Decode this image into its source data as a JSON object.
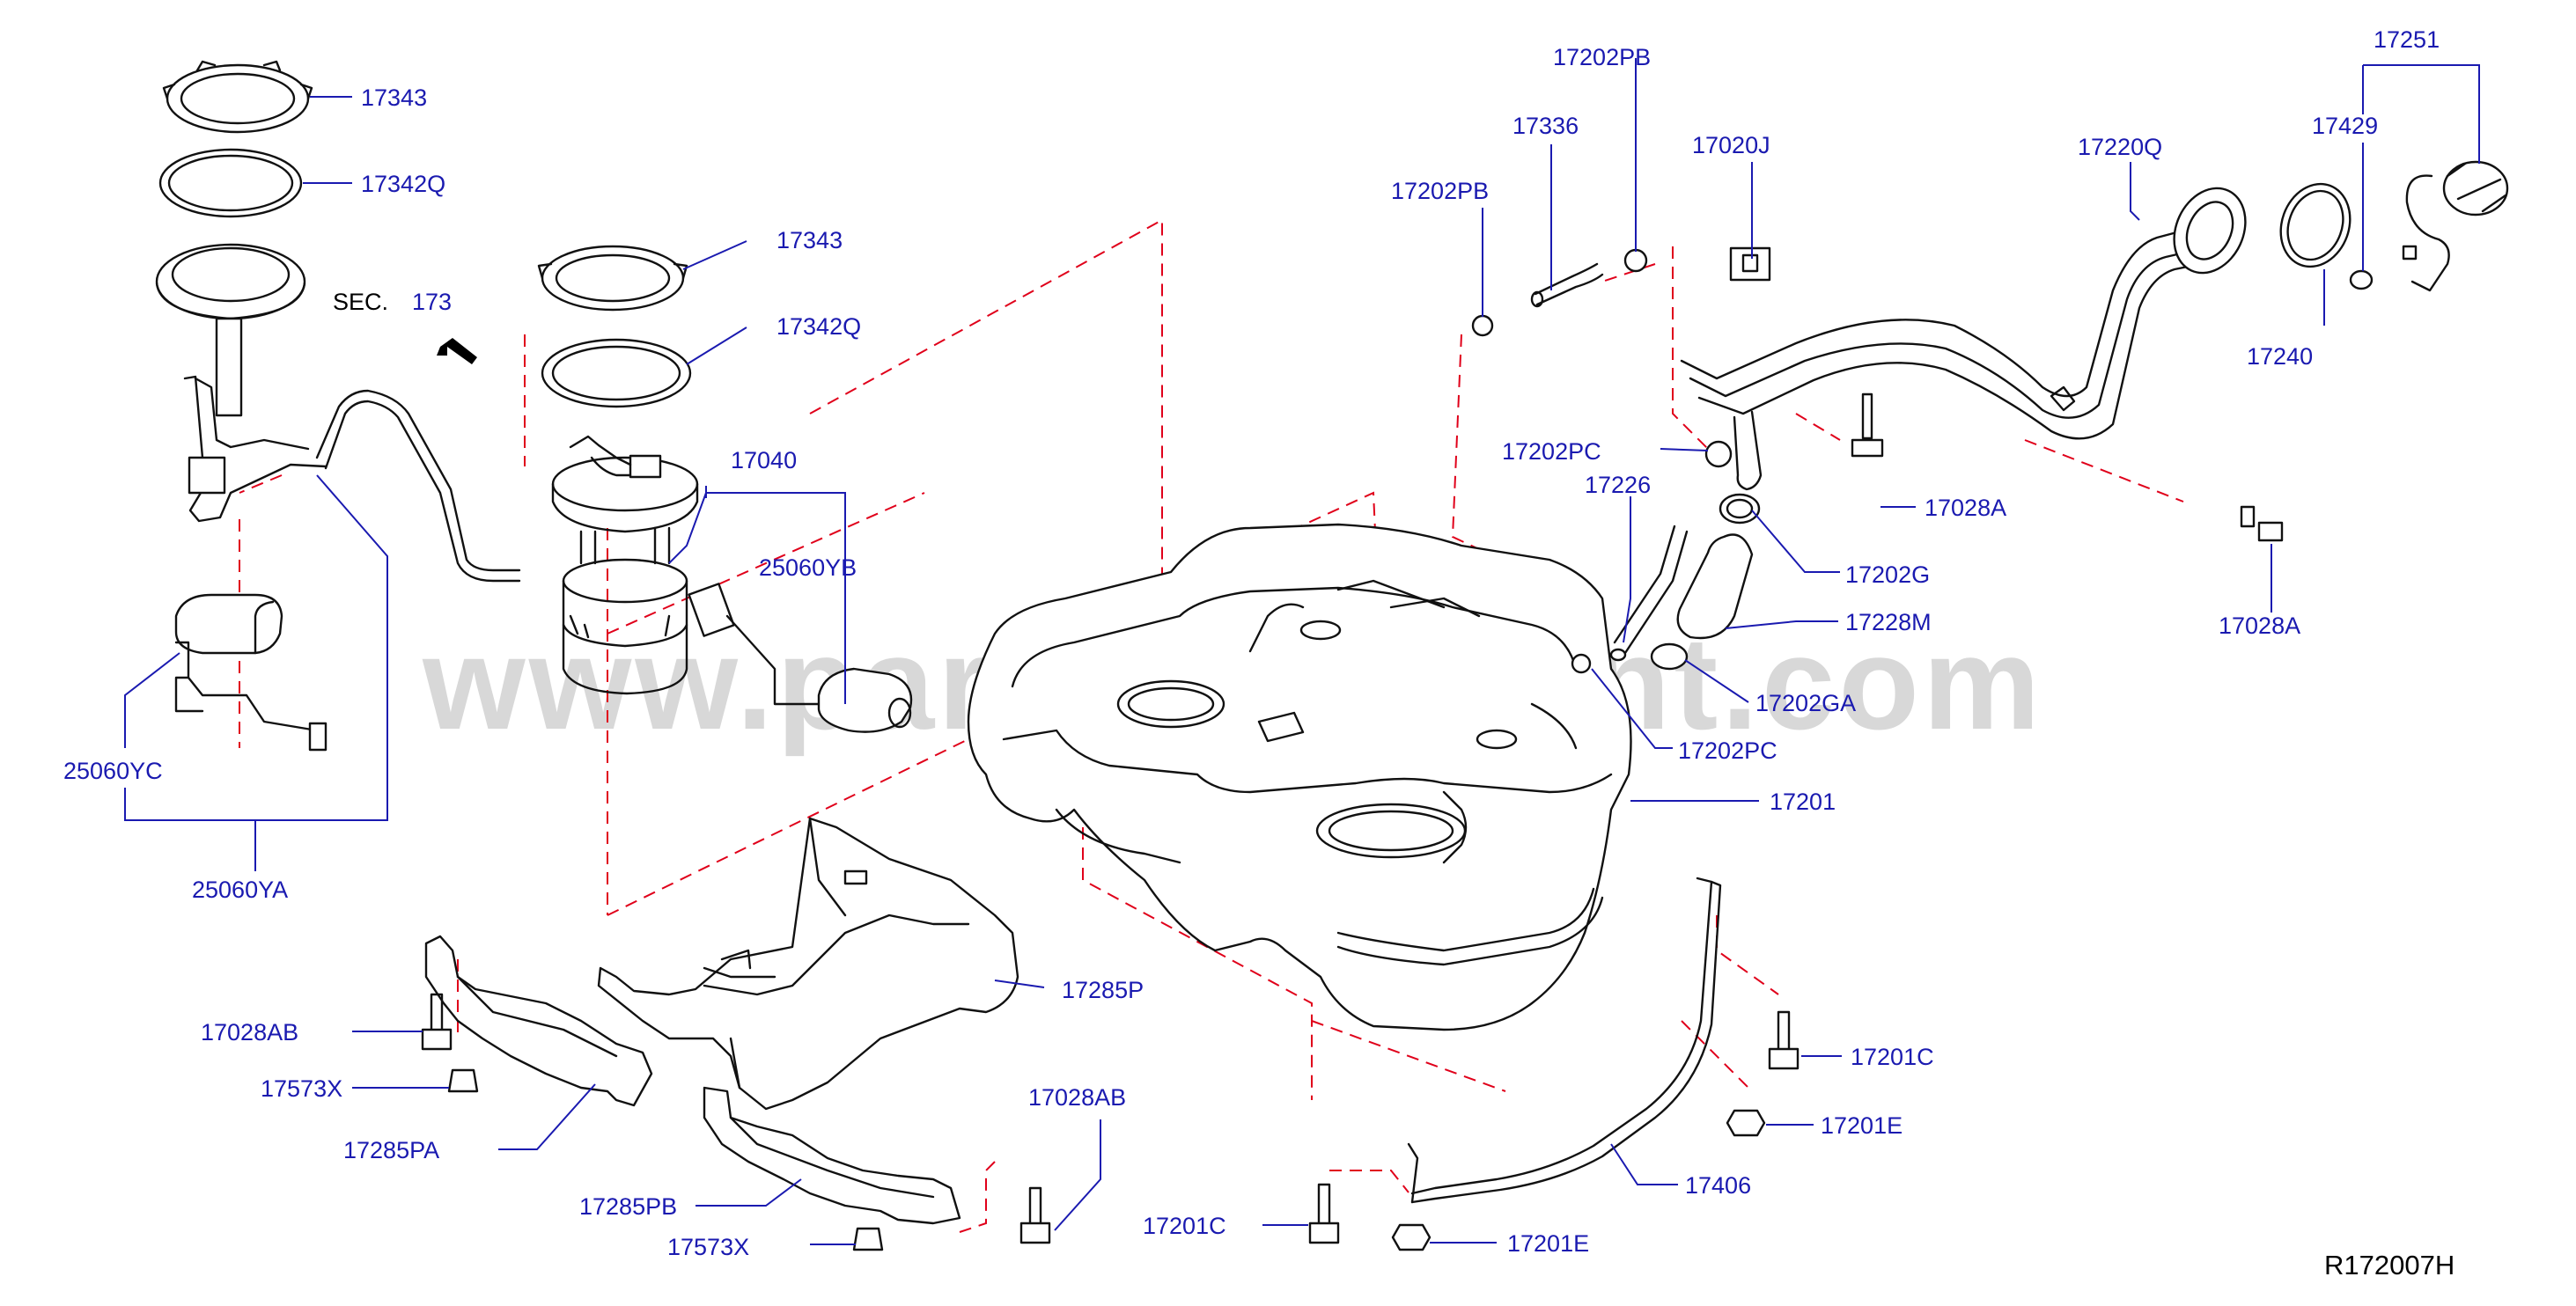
{
  "diagram": {
    "watermark": "www.partsassistant.com",
    "reference_code": "R172007H",
    "section_ref": {
      "prefix": "SEC.",
      "number": "173"
    },
    "labels": {
      "p17343_a": "17343",
      "p17342q_a": "17342Q",
      "p17343_b": "17343",
      "p17342q_b": "17342Q",
      "p17040": "17040",
      "p25060yb": "25060YB",
      "p25060yc": "25060YC",
      "p25060ya": "25060YA",
      "p17202pb_top": "17202PB",
      "p17336": "17336",
      "p17202pb_left": "17202PB",
      "p17020j": "17020J",
      "p17220q": "17220Q",
      "p17251": "17251",
      "p17429": "17429",
      "p17240": "17240",
      "p17202pc_top": "17202PC",
      "p17226": "17226",
      "p17028a_mid": "17028A",
      "p17202g": "17202G",
      "p17028a_right": "17028A",
      "p17228m": "17228M",
      "p17202ga": "17202GA",
      "p17202pc_bot": "17202PC",
      "p17201": "17201",
      "p17285p": "17285P",
      "p17028ab_left": "17028AB",
      "p17573x_left": "17573X",
      "p17285pa": "17285PA",
      "p17028ab_bot": "17028AB",
      "p17285pb": "17285PB",
      "p17573x_bot": "17573X",
      "p17201c_right": "17201C",
      "p17201e_right": "17201E",
      "p17406": "17406",
      "p17201c_bot": "17201C",
      "p17201e_bot": "17201E"
    }
  }
}
